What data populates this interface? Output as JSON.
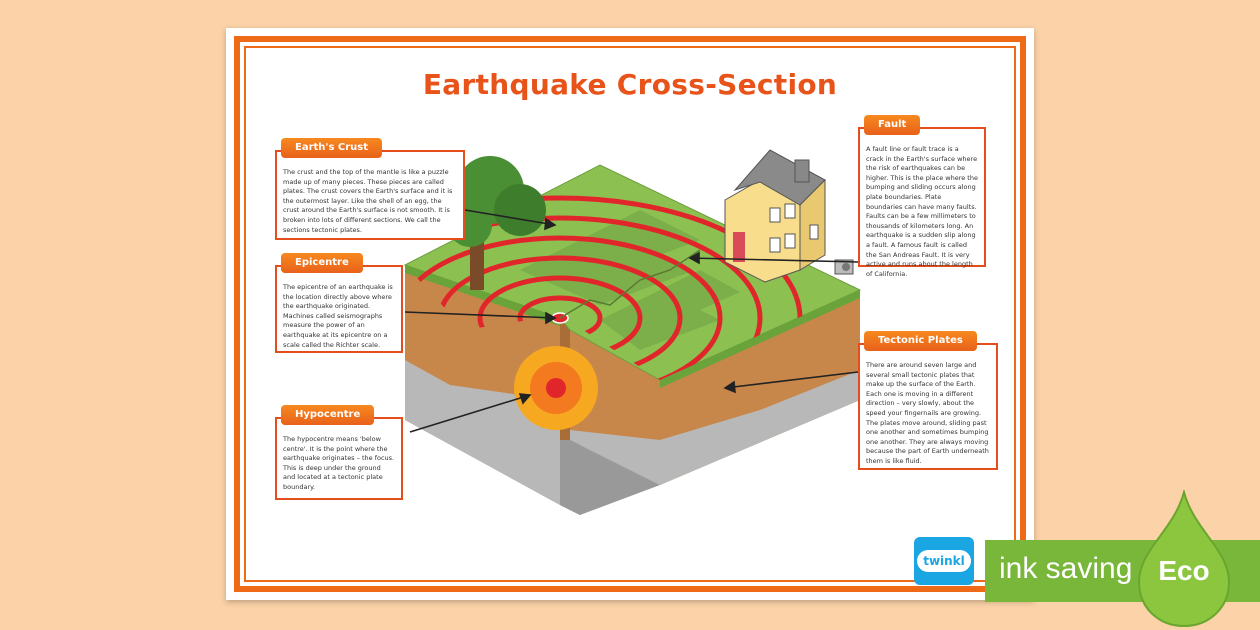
{
  "title": "Earthquake Cross-Section",
  "labels": {
    "crust": {
      "heading": "Earth's Crust",
      "text": "The crust and the top of the mantle is like a puzzle made up of many pieces. These pieces are called plates. The crust covers the Earth's surface and it is the outermost layer. Like the shell of an egg, the crust around the Earth's surface is not smooth. It is broken into lots of different sections. We call the sections tectonic plates."
    },
    "epicentre": {
      "heading": "Epicentre",
      "text": "The epicentre of an earthquake is the location directly above where the earthquake originated. Machines called seismographs measure the power of an earthquake at its epicentre on a scale called the Richter scale."
    },
    "hypocentre": {
      "heading": "Hypocentre",
      "text": "The hypocentre means 'below centre'. It is the point where the earthquake originates – the focus. This is deep under the ground and located at a tectonic plate boundary."
    },
    "fault": {
      "heading": "Fault",
      "text": "A fault line or fault trace is a crack in the Earth's surface where the risk of earthquakes can be higher. This is the place where the bumping and sliding occurs along plate boundaries. Plate boundaries can have many faults. Faults can be a few millimeters to thousands of kilometers long. An earthquake is a sudden slip along a fault. A famous fault is called the San Andreas Fault. It is very active and runs about the length of California."
    },
    "plates": {
      "heading": "Tectonic Plates",
      "text": "There are around seven large and several small tectonic plates that make up the surface of the Earth. Each one is moving in a different direction – very slowly, about the speed your fingernails are growing. The plates move around, sliding past one another and sometimes bumping one another. They are always moving because the part of Earth underneath them is like fluid."
    }
  },
  "branding": {
    "twinkl": "twinkl",
    "eco_text": "ink saving",
    "eco_badge": "Eco"
  },
  "colors": {
    "accent": "#ee6a17",
    "title": "#e8531a",
    "grass": "#8cc152",
    "soil": "#c8874a",
    "rock": "#b8b8b8",
    "wave": "#e1262b",
    "eco_green": "#79b73b",
    "twinkl_blue": "#19a6e3"
  }
}
